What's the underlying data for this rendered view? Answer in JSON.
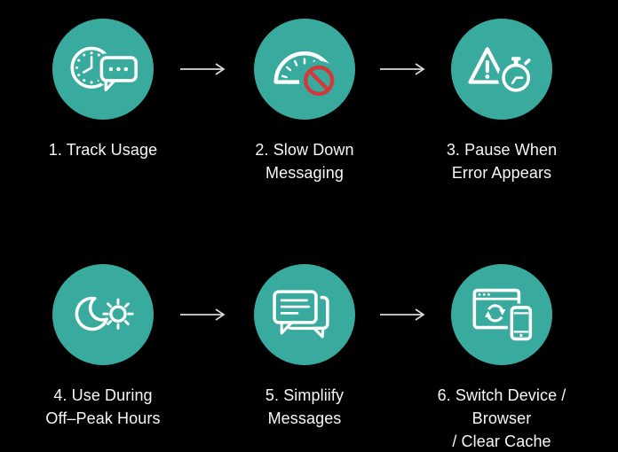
{
  "colors": {
    "background": "#000000",
    "circle_fill": "#38ab9e",
    "label_text": "#f7f7f7",
    "arrow": "#d9d9d9",
    "icon_stroke": "#ffffff",
    "alert_red": "#d13a3a"
  },
  "steps": [
    {
      "id": 1,
      "icon": "clock-chat-icon",
      "label_lines": [
        "1. Track Usage"
      ]
    },
    {
      "id": 2,
      "icon": "speedometer-block-icon",
      "label_lines": [
        "2. Slow Down",
        "Messaging"
      ]
    },
    {
      "id": 3,
      "icon": "warning-stopwatch-icon",
      "label_lines": [
        "3. Pause When",
        "Error Appears"
      ]
    },
    {
      "id": 4,
      "icon": "moon-sun-icon",
      "label_lines": [
        "4. Use During",
        "Off–Peak Hours"
      ]
    },
    {
      "id": 5,
      "icon": "chat-bubbles-icon",
      "label_lines": [
        "5. Simpliify",
        "Messages"
      ]
    },
    {
      "id": 6,
      "icon": "browser-phone-refresh-icon",
      "label_lines": [
        "6. Switch Device /",
        "Browser",
        "/ Clear Cache"
      ]
    }
  ]
}
